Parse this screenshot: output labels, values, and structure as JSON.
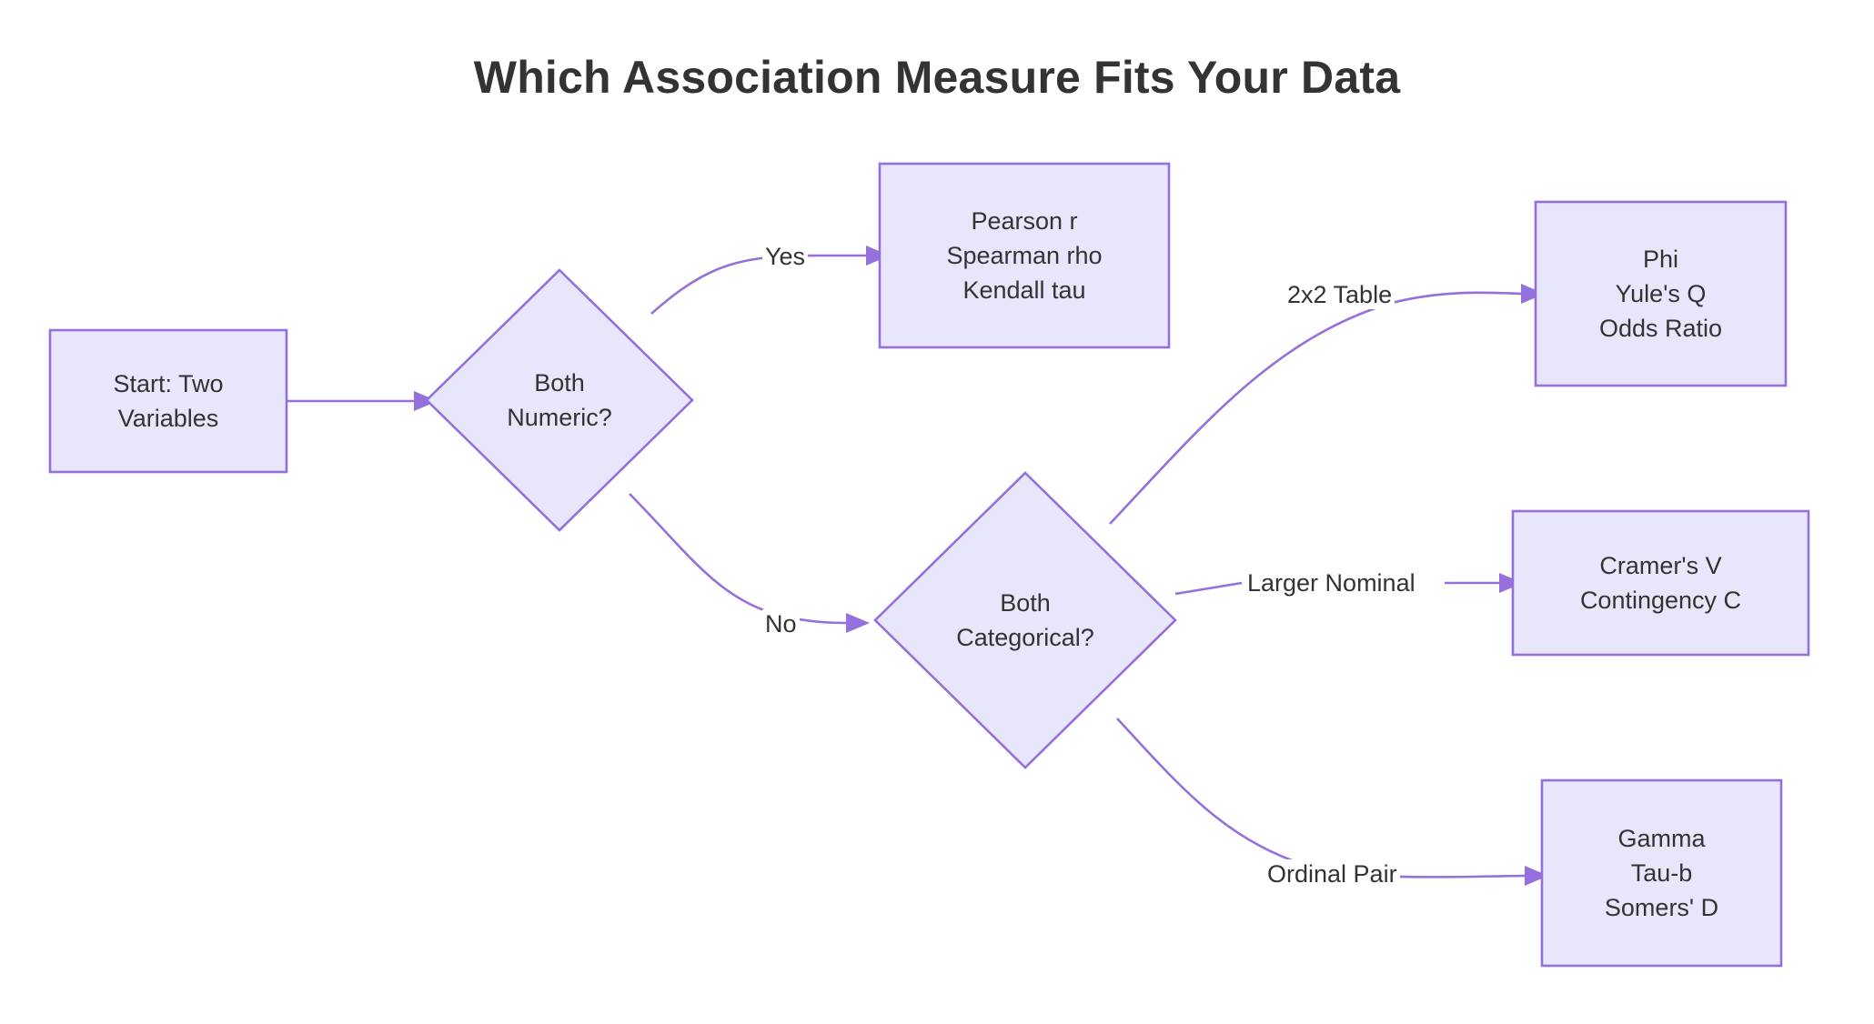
{
  "diagram": {
    "title": "Which Association Measure Fits Your Data",
    "type": "flowchart",
    "orientation": "left-to-right",
    "colors": {
      "node_fill": "#e8e6fa",
      "node_border": "#9370db",
      "edge": "#9370db",
      "text": "#333333",
      "background": "#ffffff"
    },
    "nodes": [
      {
        "id": "start",
        "shape": "rectangle",
        "lines": [
          "Start: Two",
          "Variables"
        ]
      },
      {
        "id": "both_numeric",
        "shape": "diamond",
        "lines": [
          "Both",
          "Numeric?"
        ]
      },
      {
        "id": "numeric_measures",
        "shape": "rectangle",
        "lines": [
          "Pearson r",
          "Spearman rho",
          "Kendall tau"
        ]
      },
      {
        "id": "both_categorical",
        "shape": "diamond",
        "lines": [
          "Both",
          "Categorical?"
        ]
      },
      {
        "id": "two_by_two_measures",
        "shape": "rectangle",
        "lines": [
          "Phi",
          "Yule's Q",
          "Odds Ratio"
        ]
      },
      {
        "id": "nominal_measures",
        "shape": "rectangle",
        "lines": [
          "Cramer's V",
          "Contingency C"
        ]
      },
      {
        "id": "ordinal_measures",
        "shape": "rectangle",
        "lines": [
          "Gamma",
          "Tau-b",
          "Somers' D"
        ]
      }
    ],
    "edges": [
      {
        "id": "e1",
        "from": "start",
        "to": "both_numeric",
        "label": ""
      },
      {
        "id": "e2",
        "from": "both_numeric",
        "to": "numeric_measures",
        "label": "Yes"
      },
      {
        "id": "e3",
        "from": "both_numeric",
        "to": "both_categorical",
        "label": "No"
      },
      {
        "id": "e4",
        "from": "both_categorical",
        "to": "two_by_two_measures",
        "label": "2x2 Table"
      },
      {
        "id": "e5",
        "from": "both_categorical",
        "to": "nominal_measures",
        "label": "Larger Nominal"
      },
      {
        "id": "e6",
        "from": "both_categorical",
        "to": "ordinal_measures",
        "label": "Ordinal Pair"
      }
    ]
  }
}
